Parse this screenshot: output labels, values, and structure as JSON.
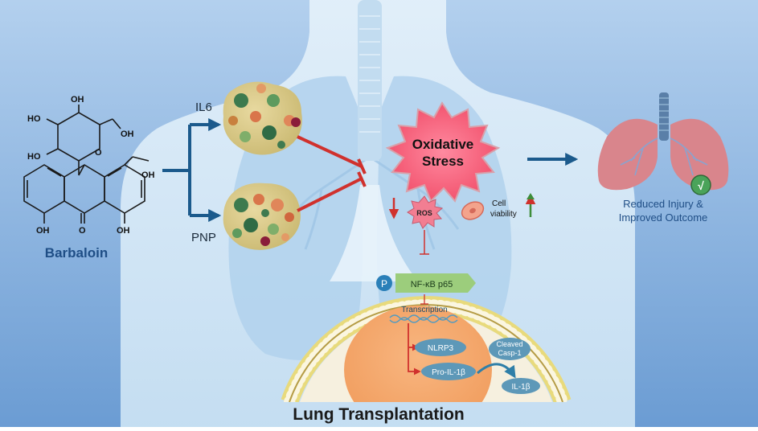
{
  "colors": {
    "background_top": "#a9c9ea",
    "background_bottom": "#6f9fd4",
    "body": "#cfe5f4",
    "lung": "#b8d6ee",
    "arrow_blue": "#1b5a8c",
    "inhibit_red": "#d0312d",
    "title_blue": "#1f4e86",
    "stress_fill": "#f25a74",
    "cell_fill": "#f4a46a",
    "membrane": "#e2d27a",
    "nfkb_green": "#8dc86c",
    "node_blue": "#5c9ab8",
    "check_green": "#4aa35a"
  },
  "compound": {
    "name": "Barbaloin",
    "atoms": {
      "oh_top": "OH",
      "oh_upper_left": "HO",
      "oh_left": "HO",
      "oh_right_ring": "OH",
      "ring_oxygen": "O",
      "oh_side": "OH",
      "oh_bottom_left": "OH",
      "keto_o": "O",
      "oh_bottom_right": "OH"
    }
  },
  "targets": {
    "top": "IL6",
    "bottom": "PNP"
  },
  "stress": {
    "line1": "Oxidative",
    "line2": "Stress"
  },
  "ros": "ROS",
  "cell_viability": {
    "line1": "Cell",
    "line2": "viability"
  },
  "pathway": {
    "phospho": "P",
    "nfkb": "NF-κB p65",
    "transcription": "Transcription",
    "nlrp3": "NLRP3",
    "pro_il1b": "Pro-IL-1β",
    "cleaved_line1": "Cleaved",
    "cleaved_line2": "Casp-1",
    "il1b": "IL-1β"
  },
  "outcome": {
    "line1": "Reduced Injury &",
    "line2": "Improved Outcome",
    "check": "√"
  },
  "footer_title": "Lung Transplantation"
}
